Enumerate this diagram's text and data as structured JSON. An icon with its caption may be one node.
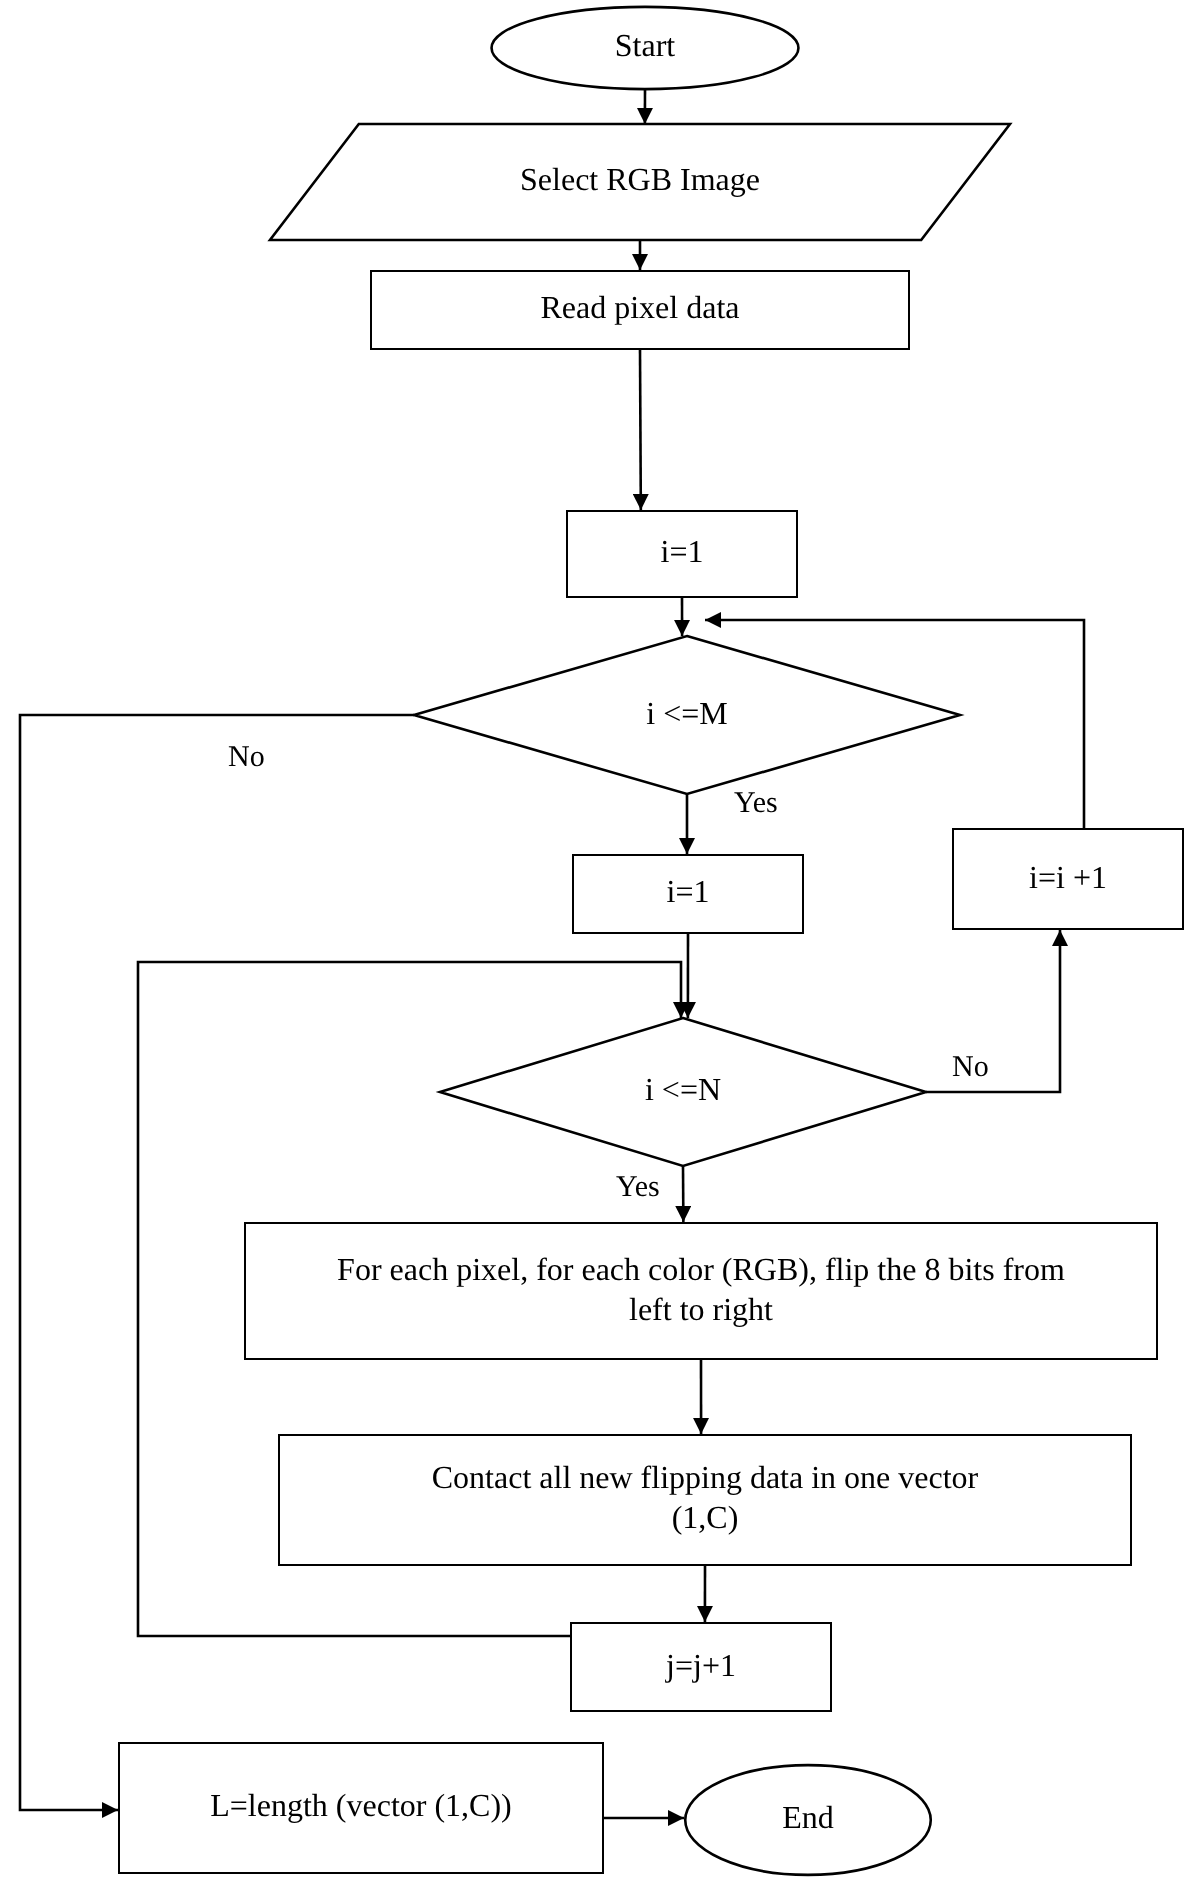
{
  "diagram": {
    "nodes": [
      {
        "text": [
          "Start"
        ]
      },
      {
        "text": [
          "Select RGB Image"
        ]
      },
      {
        "text": [
          "Read pixel data"
        ]
      },
      {
        "text": [
          "i=1"
        ]
      },
      {
        "text": [
          "i <=M"
        ]
      },
      {
        "text": [
          "i=1"
        ]
      },
      {
        "text": [
          "i=i +1"
        ]
      },
      {
        "text": [
          "i <=N"
        ]
      },
      {
        "text": [
          "For each pixel, for each color (RGB), flip the 8 bits from left to right"
        ]
      },
      {
        "text": [
          "Contact all new flipping data in one vector (1,C)"
        ]
      },
      {
        "text": [
          "j=j+1"
        ]
      },
      {
        "text": [
          "L=length (vector (1,C))"
        ]
      },
      {
        "text": [
          "End"
        ]
      }
    ],
    "edges": [
      {
        "from": 0,
        "to": 1,
        "arrow": "to"
      },
      {
        "from": 1,
        "to": 2,
        "arrow": "to"
      },
      {
        "from": 2,
        "to": 3,
        "arrow": "to"
      },
      {
        "from": 3,
        "to": 4,
        "arrow": "to"
      },
      {
        "from": 4,
        "to": 5,
        "arrow": "to",
        "label": "Yes"
      },
      {
        "from": 4,
        "to": 11,
        "arrow": "to",
        "label": "No"
      },
      {
        "from": 5,
        "to": 7,
        "arrow": "to"
      },
      {
        "from": 7,
        "to": 6,
        "arrow": "to",
        "label": "No"
      },
      {
        "from": 6,
        "to": 4,
        "arrow": "to"
      },
      {
        "from": 7,
        "to": 8,
        "arrow": "to",
        "label": "Yes"
      },
      {
        "from": 8,
        "to": 9,
        "arrow": "to"
      },
      {
        "from": 9,
        "to": 10,
        "arrow": "to"
      },
      {
        "from": 10,
        "to": 7,
        "arrow": "to"
      },
      {
        "from": 11,
        "to": 12,
        "arrow": "to"
      }
    ]
  }
}
